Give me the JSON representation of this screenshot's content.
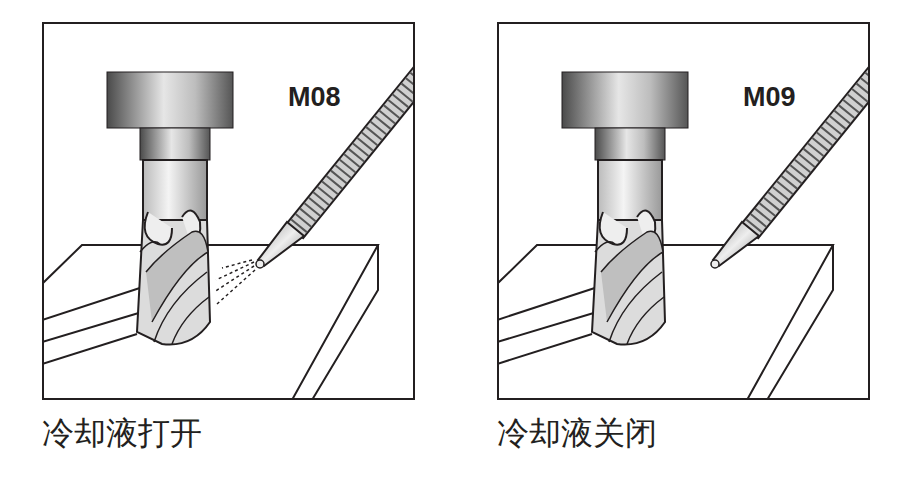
{
  "diagram": {
    "nodes": [
      {
        "text": [
          "M08",
          "冷却液打开"
        ]
      },
      {
        "text": [
          "M09",
          "冷却液关闭"
        ]
      }
    ]
  }
}
